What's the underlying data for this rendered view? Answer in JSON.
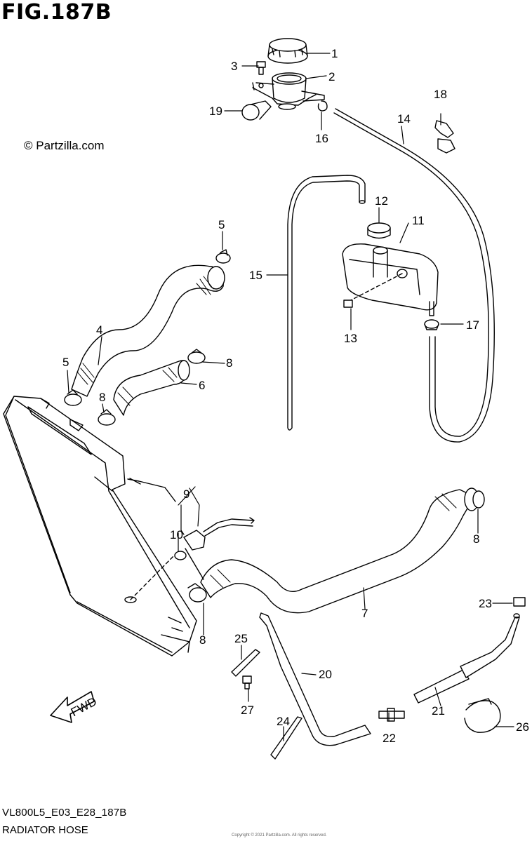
{
  "header": {
    "figure_title": "FIG.187B"
  },
  "watermark": "© Partzilla.com",
  "footer": {
    "diagram_code": "VL800L5_E03_E28_187B",
    "caption": "RADIATOR HOSE",
    "fine_print": "Copyright © 2021 Partzilla.com. All rights reserved."
  },
  "direction_marker": {
    "label": "FWD"
  },
  "callouts": [
    {
      "id": "1",
      "label": "1"
    },
    {
      "id": "2",
      "label": "2"
    },
    {
      "id": "3",
      "label": "3"
    },
    {
      "id": "4",
      "label": "4"
    },
    {
      "id": "5a",
      "label": "5"
    },
    {
      "id": "5b",
      "label": "5"
    },
    {
      "id": "6",
      "label": "6"
    },
    {
      "id": "7",
      "label": "7"
    },
    {
      "id": "8a",
      "label": "8"
    },
    {
      "id": "8b",
      "label": "8"
    },
    {
      "id": "8c",
      "label": "8"
    },
    {
      "id": "8d",
      "label": "8"
    },
    {
      "id": "9",
      "label": "9"
    },
    {
      "id": "10",
      "label": "10"
    },
    {
      "id": "11",
      "label": "11"
    },
    {
      "id": "12",
      "label": "12"
    },
    {
      "id": "13",
      "label": "13"
    },
    {
      "id": "14",
      "label": "14"
    },
    {
      "id": "15",
      "label": "15"
    },
    {
      "id": "16",
      "label": "16"
    },
    {
      "id": "17",
      "label": "17"
    },
    {
      "id": "18",
      "label": "18"
    },
    {
      "id": "19",
      "label": "19"
    },
    {
      "id": "20",
      "label": "20"
    },
    {
      "id": "21",
      "label": "21"
    },
    {
      "id": "22",
      "label": "22"
    },
    {
      "id": "23",
      "label": "23"
    },
    {
      "id": "24",
      "label": "24"
    },
    {
      "id": "25",
      "label": "25"
    },
    {
      "id": "26",
      "label": "26"
    },
    {
      "id": "27",
      "label": "27"
    }
  ]
}
